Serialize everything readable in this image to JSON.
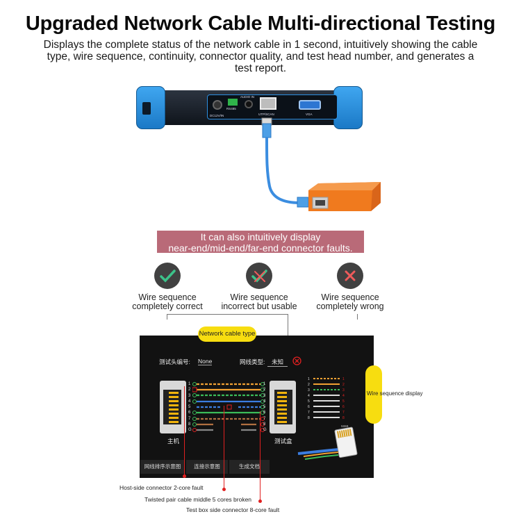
{
  "header": {
    "title": "Upgraded Network Cable Multi-directional Testing",
    "subtitle": "Displays the complete status of the network cable in 1 second, intuitively showing the cable type, wire sequence, continuity, connector quality, and test head number, and generates a test report."
  },
  "device": {
    "port_labels": {
      "dc": "DC12V/IN",
      "rs485": "RS485",
      "audio": "AUDIO IN",
      "utp": "UTP/SCAN",
      "vga": "VGA"
    }
  },
  "banner": {
    "line1": "It can also intuitively display",
    "line2": "near-end/mid-end/far-end connector faults."
  },
  "statuses": [
    {
      "label_line1": "Wire sequence",
      "label_line2": "completely correct",
      "icon": "checkmark-icon",
      "color": "#3cc38a"
    },
    {
      "label_line1": "Wire sequence",
      "label_line2": "incorrect but usable",
      "icon": "check-cross-icon",
      "color": "#3cc38a"
    },
    {
      "label_line1": "Wire sequence",
      "label_line2": "completely wrong",
      "icon": "cross-icon",
      "color": "#ef5b5b"
    }
  ],
  "callouts": {
    "cable_type": "Network cable type",
    "wire_sequence": "Wire sequence display"
  },
  "screen": {
    "test_head_label": "测试头编号:",
    "test_head_value": "None",
    "cable_type_label": "网线类型:",
    "cable_type_value": "未知",
    "host_label": "主机",
    "tester_label": "测试盒",
    "pin_numbers": [
      "1",
      "2",
      "3",
      "4",
      "5",
      "6",
      "7",
      "8",
      "G"
    ],
    "right_pin_numbers": [
      "1",
      "2",
      "3",
      "4",
      "5",
      "6",
      "7",
      "8",
      "G"
    ],
    "tabs": [
      "网线排序示意图",
      "连接示意图",
      "生成文档"
    ],
    "diagram_label": "586B"
  },
  "annotations": {
    "host_fault": "Host-side connector 2-core fault",
    "middle_fault": "Twisted pair cable middle 5 cores broken",
    "box_fault": "Test box side connector 8-core fault"
  },
  "colors": {
    "device_blue": "#2a92e4",
    "tester_orange": "#f07a1e",
    "banner": "#b96a78",
    "callout_yellow": "#f7dd10",
    "fault_red": "#e02020"
  }
}
